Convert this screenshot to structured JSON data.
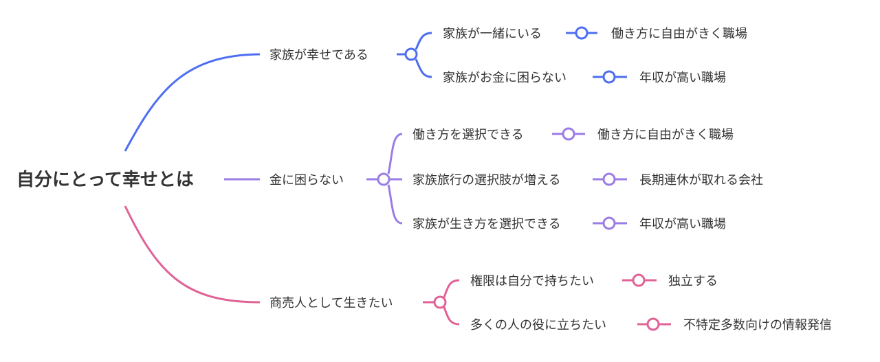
{
  "root": {
    "label": "自分にとって幸せとは"
  },
  "branches": [
    {
      "label": "家族が幸せである",
      "color": "#4e6ef2",
      "children": [
        {
          "label": "家族が一緒にいる",
          "leaf": "働き方に自由がきく職場"
        },
        {
          "label": "家族がお金に困らない",
          "leaf": "年収が高い職場"
        }
      ]
    },
    {
      "label": "金に困らない",
      "color": "#9b7ce6",
      "children": [
        {
          "label": "働き方を選択できる",
          "leaf": "働き方に自由がきく職場"
        },
        {
          "label": "家族旅行の選択肢が増える",
          "leaf": "長期連休が取れる会社"
        },
        {
          "label": "家族が生き方を選択できる",
          "leaf": "年収が高い職場"
        }
      ]
    },
    {
      "label": "商売人として生きたい",
      "color": "#e06296",
      "children": [
        {
          "label": "権限は自分で持ちたい",
          "leaf": "独立する"
        },
        {
          "label": "多くの人の役に立ちたい",
          "leaf": "不特定多数向けの情報発信"
        }
      ]
    }
  ]
}
